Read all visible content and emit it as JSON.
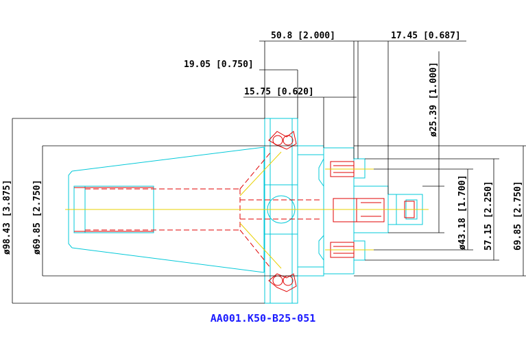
{
  "dimensions": {
    "len_50_8": "50.8 [2.000]",
    "len_17_45": "17.45 [0.687]",
    "len_19_05": "19.05 [0.750]",
    "len_15_75": "15.75 [0.620]",
    "dia_25_39": "ø25.39 [1.000]",
    "dia_98_43": "ø98.43 [3.875]",
    "dia_69_85_left": "ø69.85 [2.750]",
    "dia_43_18": "ø43.18 [1.700]",
    "dia_57_15": "57.15 [2.250]",
    "dia_69_85_right": "69.85 [2.750]"
  },
  "part_number": "AA001.K50-B25-051",
  "colors": {
    "outline": "#00c8d8",
    "hidden": "#e00000",
    "centerline": "#e8d000",
    "dimension": "#000000",
    "part_number": "#1a1aff"
  }
}
